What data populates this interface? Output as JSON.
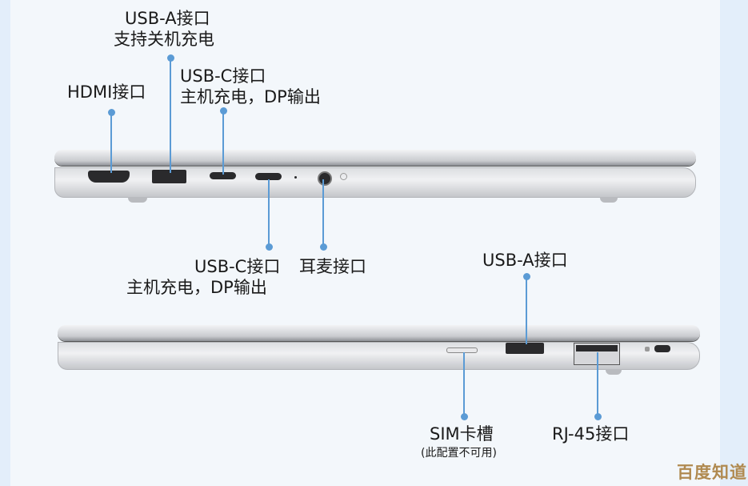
{
  "top_view": {
    "usb_a": {
      "title": "USB-A接口",
      "desc": "支持关机充电"
    },
    "usb_c_top": {
      "title": "USB-C接口",
      "desc": "主机充电，DP输出"
    },
    "hdmi": {
      "title": "HDMI接口"
    },
    "usb_c_bottom": {
      "title": "USB-C接口",
      "desc": "主机充电，DP输出"
    },
    "audio": {
      "title": "耳麦接口"
    }
  },
  "bottom_view": {
    "usb_a": {
      "title": "USB-A接口"
    },
    "sim": {
      "title": "SIM卡槽",
      "note": "(此配置不可用)"
    },
    "rj45": {
      "title": "RJ-45接口"
    }
  },
  "watermark": "百度知道",
  "colors": {
    "line": "#5b9bd5",
    "background": "#f3f7fb",
    "watermark": "#b08a50"
  }
}
